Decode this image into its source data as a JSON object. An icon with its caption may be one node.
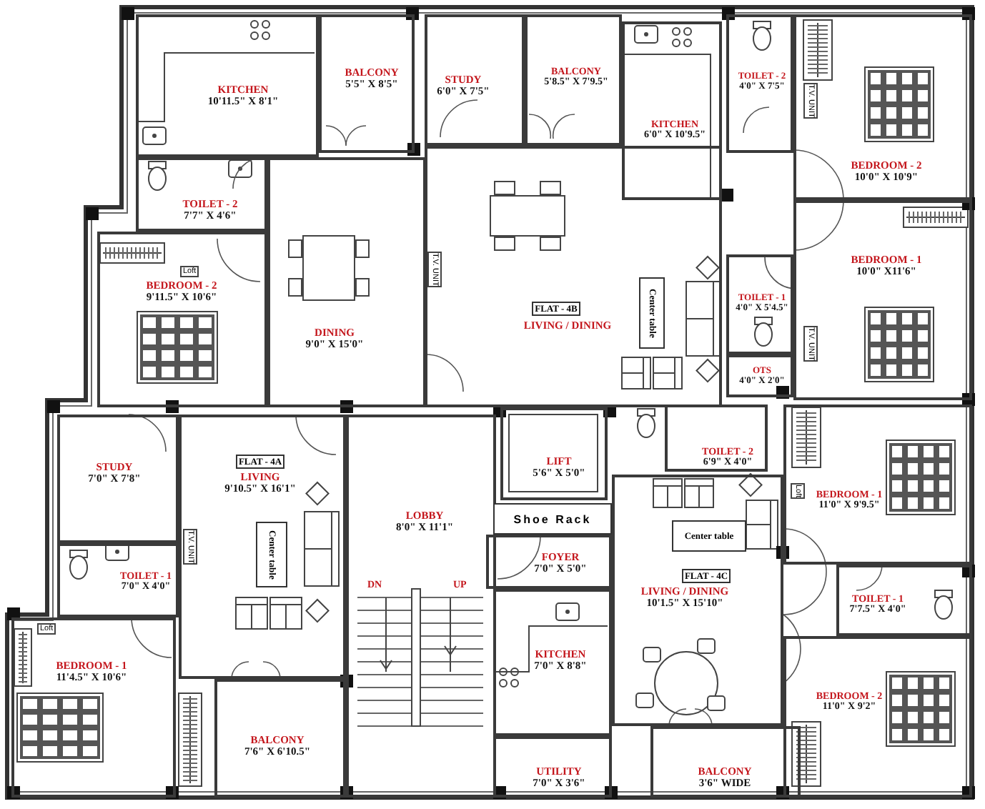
{
  "diagram": {
    "nodes": [
      {
        "text": [
          "KITCHEN",
          "10'11.5\" X 8'1\""
        ]
      },
      {
        "text": [
          "BALCONY",
          "5'5\" X 8'5\""
        ]
      },
      {
        "text": [
          "TOILET - 2",
          "7'7\" X 4'6\""
        ]
      },
      {
        "text": [
          "BEDROOM - 2",
          "9'11.5\" X 10'6\""
        ]
      },
      {
        "text": [
          "DINING",
          "9'0\" X 15'0\""
        ]
      },
      {
        "text": [
          "STUDY",
          "6'0\" X 7'5\""
        ]
      },
      {
        "text": [
          "BALCONY",
          "5'8.5\" X 7'9.5\""
        ]
      },
      {
        "text": [
          "KITCHEN",
          "6'0\" X 10'9.5\""
        ]
      },
      {
        "text": [
          "LIVING / DINING"
        ]
      },
      {
        "text": [
          "FLAT - 4B"
        ],
        "in": 8
      },
      {
        "text": [
          "Center table"
        ],
        "in": 8
      },
      {
        "text": [
          "TOILET - 2",
          "4'0\" X 7'5\""
        ]
      },
      {
        "text": [
          "BEDROOM - 2",
          "10'0\" X 10'9\""
        ]
      },
      {
        "text": [
          "BEDROOM - 1",
          "10'0\" X11'6\""
        ]
      },
      {
        "text": [
          "TOILET - 1",
          "4'0\" X 5'4.5\""
        ]
      },
      {
        "text": [
          "OTS",
          "4'0\" X 2'0\""
        ]
      },
      {
        "text": [
          "STUDY",
          "7'0\" X 7'8\""
        ]
      },
      {
        "text": [
          "LIVING",
          "9'10.5\" X 16'1\""
        ]
      },
      {
        "text": [
          "FLAT - 4A"
        ],
        "in": 17
      },
      {
        "text": [
          "Center table"
        ],
        "in": 17
      },
      {
        "text": [
          "LIFT",
          "5'6\" X 5'0\""
        ]
      },
      {
        "text": [
          "TOILET - 2",
          "6'9\" X 4'0\""
        ]
      },
      {
        "text": [
          "LOBBY",
          "8'0\" X 11'1\""
        ]
      },
      {
        "text": [
          "TOILET - 1",
          "7'0\" X 4'0\""
        ]
      },
      {
        "text": [
          "Shoe Rack"
        ]
      },
      {
        "text": [
          "FOYER",
          "7'0\" X 5'0\""
        ]
      },
      {
        "text": [
          "BEDROOM - 1",
          "11'0\" X 9'9.5\""
        ]
      },
      {
        "text": [
          "LIVING / DINING",
          "10'1.5\" X 15'10\""
        ]
      },
      {
        "text": [
          "Center table"
        ],
        "in": 27
      },
      {
        "text": [
          "FLAT - 4C"
        ],
        "in": 27
      },
      {
        "text": [
          "TOILET - 1",
          "7'7.5\" X 4'0\""
        ]
      },
      {
        "text": [
          "KITCHEN",
          "7'0\" X 8'8\""
        ]
      },
      {
        "text": [
          "BEDROOM - 1",
          "11'4.5\" X 10'6\""
        ]
      },
      {
        "text": [
          "BEDROOM - 2",
          "11'0\" X 9'2\""
        ]
      },
      {
        "text": [
          "BALCONY",
          "7'6\" X 6'10.5\""
        ]
      },
      {
        "text": [
          "UTILITY",
          "7'0\" X 3'6\""
        ]
      },
      {
        "text": [
          "BALCONY",
          "3'6\" WIDE"
        ]
      }
    ],
    "labels": [
      "T.V. UNIT",
      "Loft",
      "T.V. UNIT",
      "T.V. UNIT",
      "Loft",
      "T.V. UNIT",
      "DN",
      "UP",
      "Loft"
    ]
  }
}
